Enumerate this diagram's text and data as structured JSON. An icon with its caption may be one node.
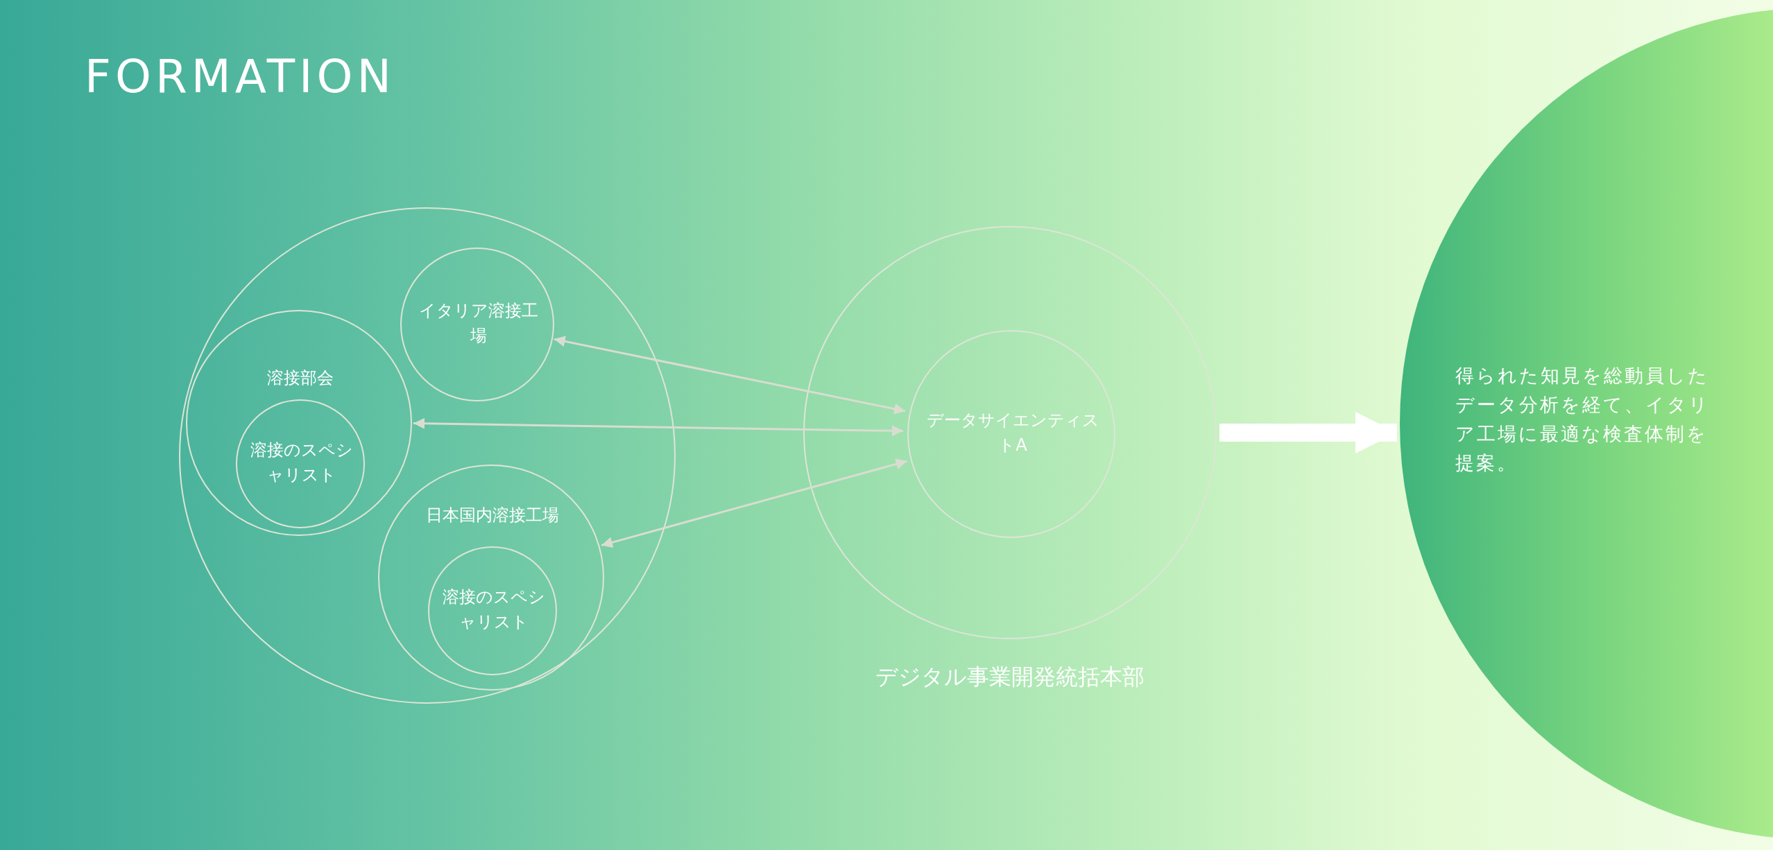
{
  "diagram": {
    "title": "FORMATION",
    "nodes": [
      {
        "text": [],
        "shape": "circle"
      },
      {
        "text": [
          "溶接部会"
        ],
        "in": 0
      },
      {
        "text": [
          "溶接のスペシャリスト"
        ],
        "in": 1
      },
      {
        "text": [
          "イタリア溶接工場"
        ],
        "in": 0
      },
      {
        "text": [
          "日本国内溶接工場"
        ],
        "in": 0
      },
      {
        "text": [
          "溶接のスペシャリスト"
        ],
        "in": 4
      },
      {
        "text": [
          "デジタル事業開発統括本部"
        ]
      },
      {
        "text": [
          "データサイエンティストA"
        ],
        "in": 6
      },
      {
        "text": [
          "得られた知見を総動員したデータ分析を経て、イタリア工場に最適な検査体制を提案。"
        ]
      }
    ],
    "edges": [
      {
        "from": 7,
        "to": 3,
        "arrow": "both"
      },
      {
        "from": 7,
        "to": 1,
        "arrow": "both"
      },
      {
        "from": 7,
        "to": 4,
        "arrow": "both"
      },
      {
        "from": 6,
        "to": 8,
        "arrow": "to",
        "style": "thick",
        "color": "#ffffff"
      }
    ]
  }
}
